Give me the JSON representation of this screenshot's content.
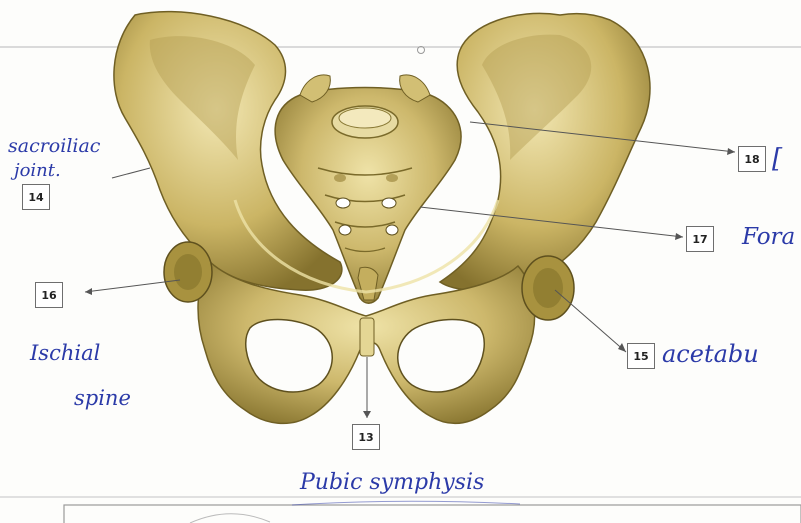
{
  "labels": {
    "l13": {
      "num": "13",
      "text": "Pubic symphysis"
    },
    "l14": {
      "num": "14",
      "text_line1": "sacroiliac",
      "text_line2": "joint."
    },
    "l15": {
      "num": "15",
      "text": "acetabu"
    },
    "l16": {
      "num": "16",
      "text_line1": "Ischial",
      "text_line2": "spine"
    },
    "l17": {
      "num": "17",
      "text": "Fora"
    },
    "l18": {
      "num": "18",
      "text": "["
    }
  },
  "colors": {
    "bone": "#c9b56a",
    "bone_shadow": "#8f7d35",
    "bone_light": "#ece0a6",
    "ink": "#2b3aa8",
    "leader": "#555555"
  }
}
